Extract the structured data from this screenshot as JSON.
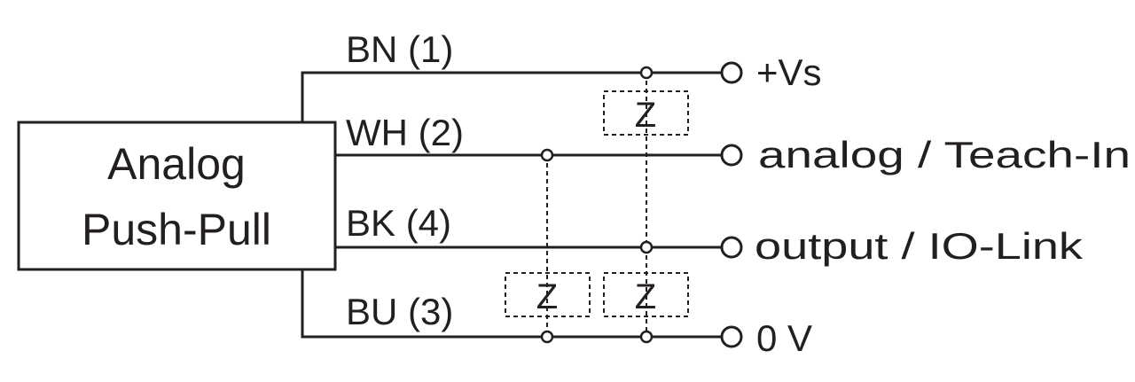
{
  "block": {
    "line1": "Analog",
    "line2": "Push-Pull"
  },
  "wires": [
    {
      "id": "bn",
      "label": "BN (1)",
      "terminal": "+Vs"
    },
    {
      "id": "wh",
      "label": "WH (2)",
      "terminal": "analog / Teach-In"
    },
    {
      "id": "bk",
      "label": "BK (4)",
      "terminal": "output / IO-Link"
    },
    {
      "id": "bu",
      "label": "BU (3)",
      "terminal": "0 V"
    }
  ],
  "loads": [
    {
      "id": "load-bn-bk",
      "label": "Z"
    },
    {
      "id": "load-wh-bu",
      "label": "Z"
    },
    {
      "id": "load-bk-bu",
      "label": "Z"
    }
  ]
}
